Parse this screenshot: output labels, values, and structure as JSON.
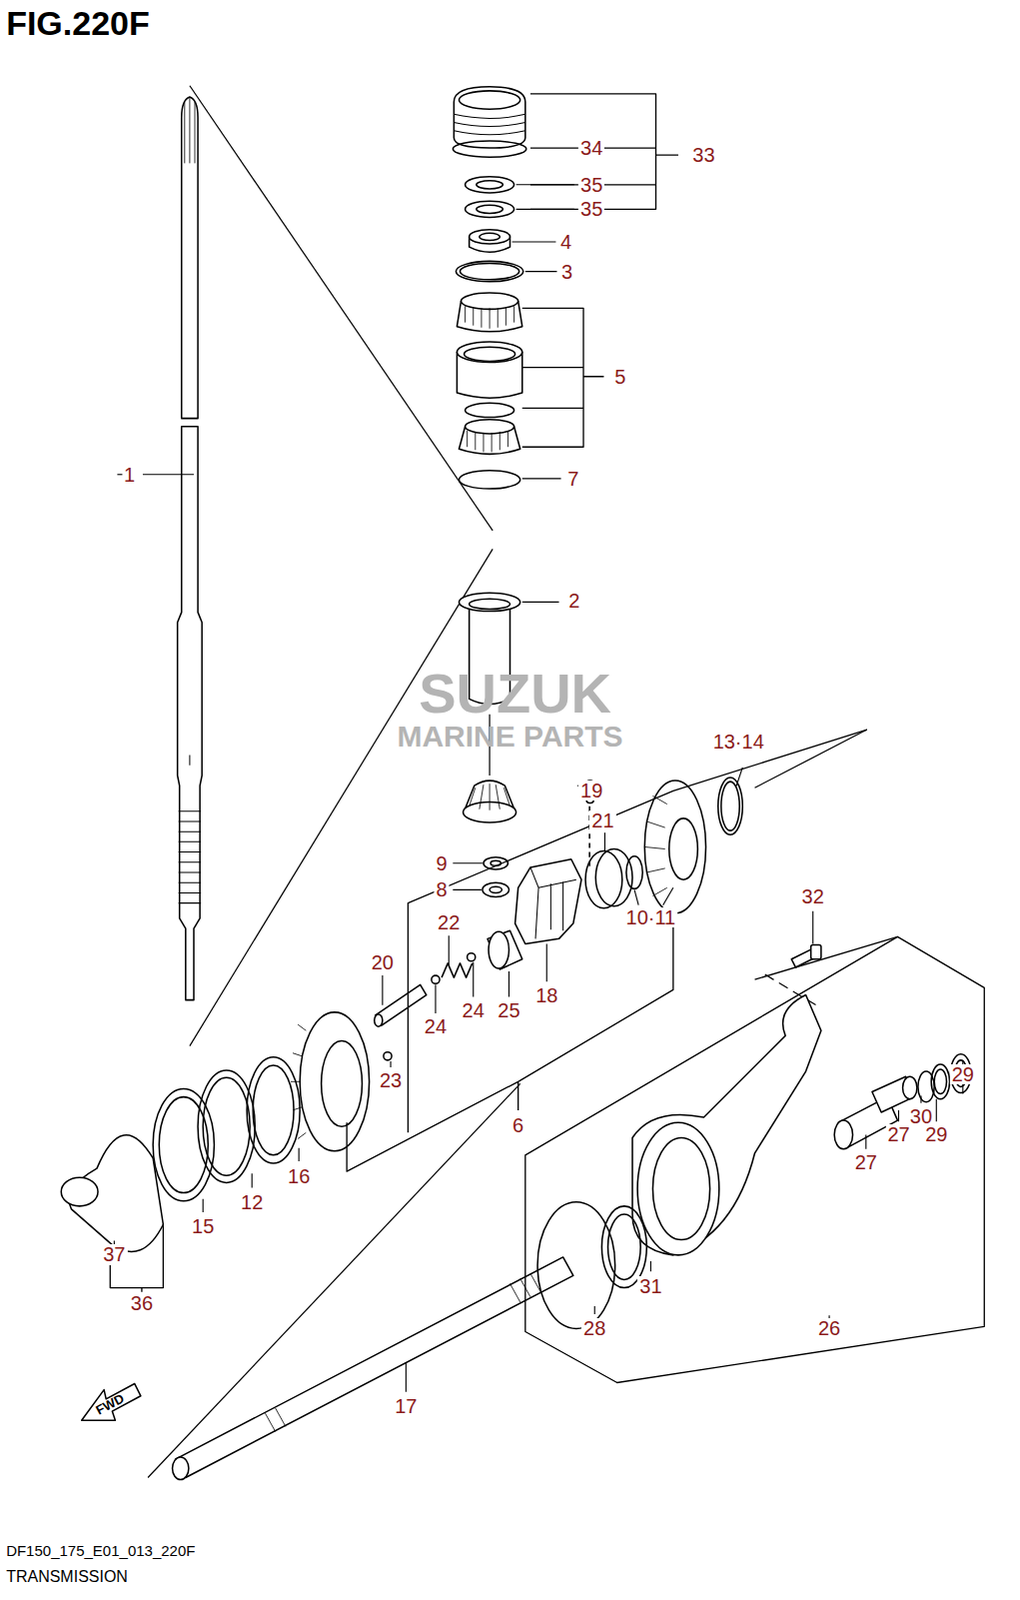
{
  "diagram": {
    "title": "FIG.220F",
    "caption": "TRANSMISSION",
    "labels": [
      "34",
      "33",
      "35",
      "35",
      "4",
      "3",
      "5",
      "7",
      "1",
      "2",
      "SUZUK",
      "MARINE PARTS",
      "13·14",
      "19",
      "21",
      "9",
      "8",
      "10·11",
      "22",
      "32",
      "20",
      "24",
      "25",
      "18",
      "24",
      "23",
      "29",
      "30",
      "6",
      "29",
      "27",
      "27",
      "16",
      "12",
      "15",
      "37",
      "31",
      "36",
      "28",
      "26",
      "FWD",
      "17",
      "DF150_175_E01_013_220F"
    ]
  }
}
